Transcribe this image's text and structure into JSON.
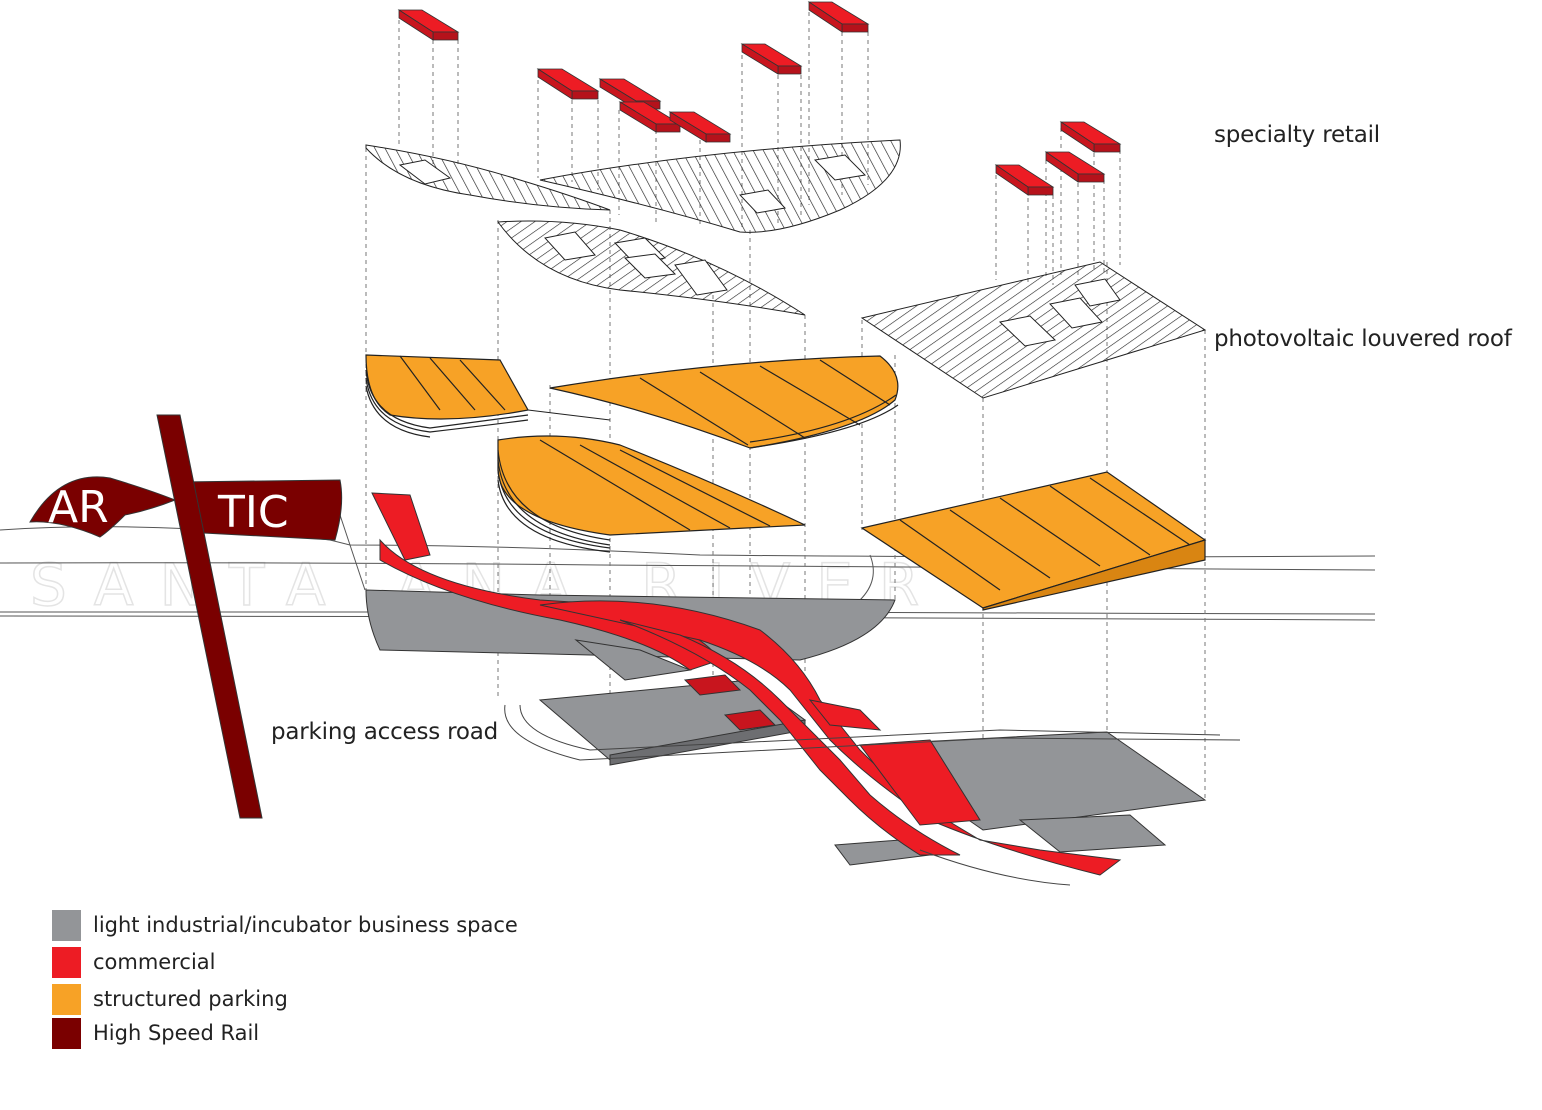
{
  "labels": {
    "specialty_retail": "specialty retail",
    "pv_roof": "photovoltaic louvered roof",
    "parking_road": "parking access road"
  },
  "sign": {
    "left_text": "AR",
    "right_text": "TIC"
  },
  "watermark": "SANTA ANA RIVER",
  "legend": [
    {
      "label": "light industrial/incubator business space",
      "color": "#939598"
    },
    {
      "label": "commercial",
      "color": "#ed1c24"
    },
    {
      "label": "structured parking",
      "color": "#f7a226"
    },
    {
      "label": "High Speed Rail",
      "color": "#7a0000"
    }
  ],
  "colors": {
    "commercial": "#ed1c24",
    "industrial": "#939598",
    "parking": "#f7a226",
    "rail": "#7a0000",
    "hatch": "#222222"
  }
}
